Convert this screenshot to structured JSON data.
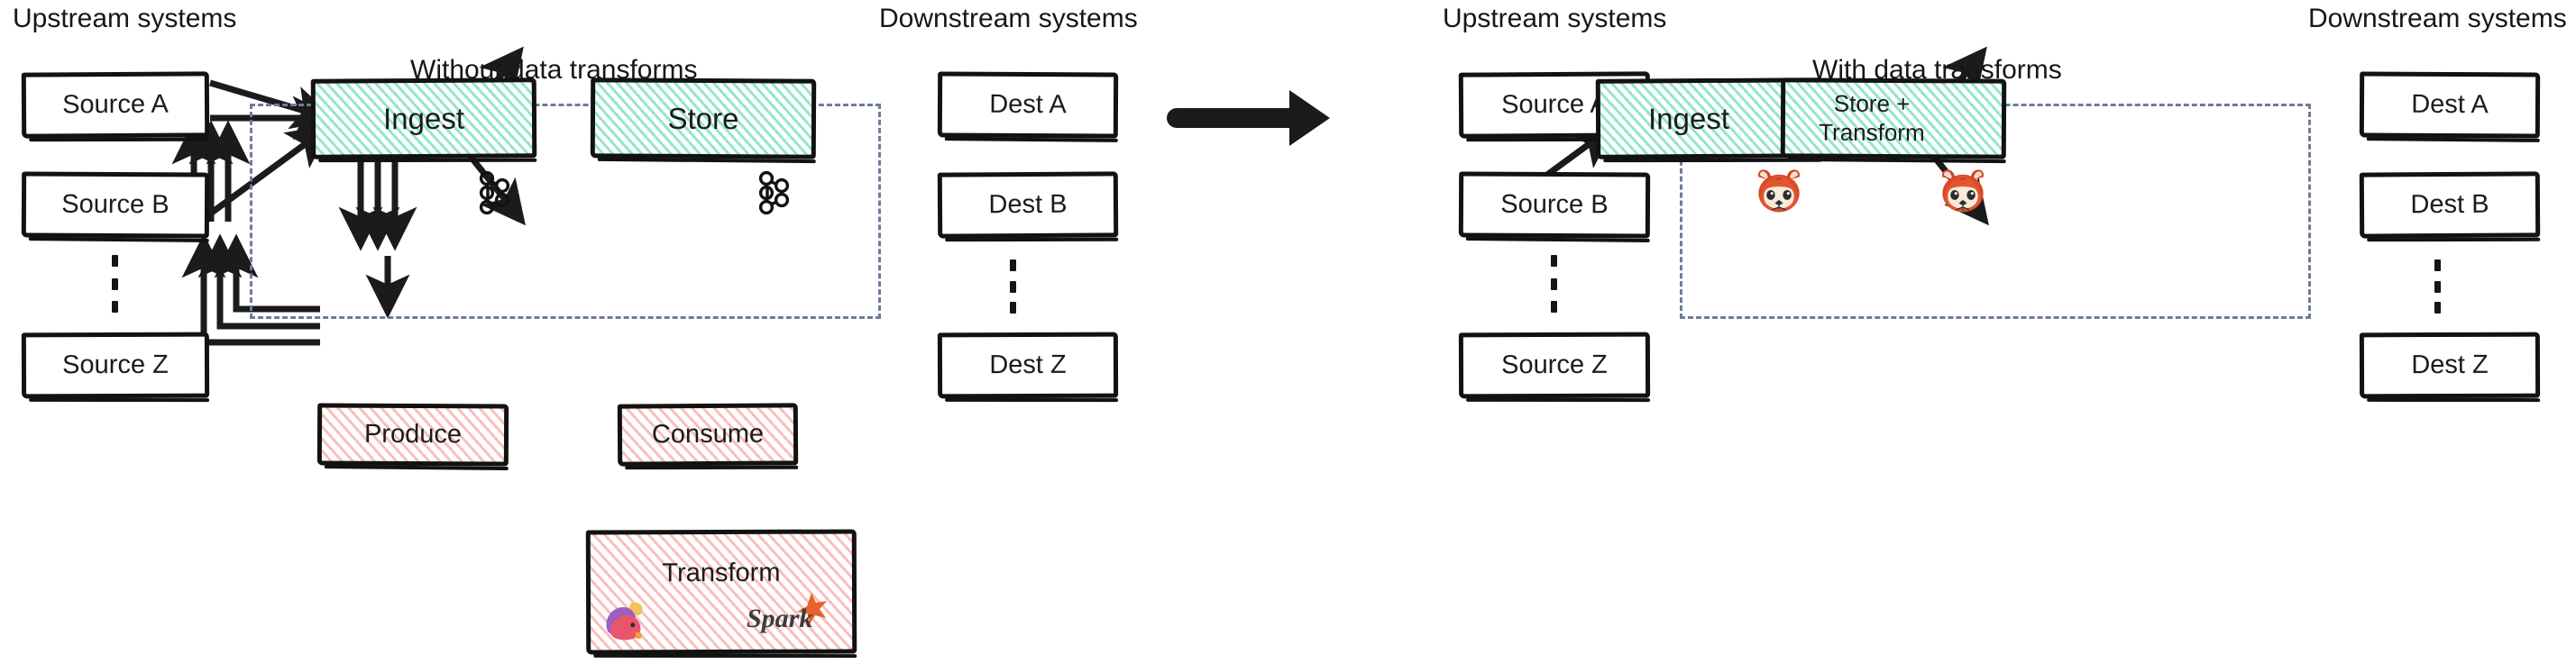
{
  "diagram": {
    "title_left": "Without data transforms",
    "title_right": "With data transforms",
    "colors": {
      "teal_hatch": "#3ad1a2",
      "pink_hatch": "#f47878",
      "dashed_border": "#6d7c99",
      "ink": "#1b1b1b",
      "redpanda_red": "#d14425",
      "spark_orange": "#e8622a"
    }
  },
  "left_panel": {
    "upstream_header": "Upstream systems",
    "downstream_header": "Downstream systems",
    "caption": "Without data transforms",
    "sources": [
      {
        "label": "Source A"
      },
      {
        "label": "Source B"
      },
      {
        "label": "Source Z"
      }
    ],
    "destinations": [
      {
        "label": "Dest A"
      },
      {
        "label": "Dest B"
      },
      {
        "label": "Dest Z"
      }
    ],
    "platform_boxes": [
      {
        "label": "Ingest",
        "icon": "kafka-icon",
        "fill": "teal"
      },
      {
        "label": "Store",
        "icon": "kafka-icon",
        "fill": "teal"
      }
    ],
    "external_boxes": [
      {
        "label": "Produce",
        "fill": "pink"
      },
      {
        "label": "Consume",
        "fill": "pink"
      },
      {
        "label": "Transform",
        "fill": "pink",
        "icons": [
          "flink-squirrel-icon",
          "spark-logo-icon"
        ]
      }
    ],
    "transform_logos": {
      "flink": "flink-squirrel-icon",
      "spark": "Spark"
    }
  },
  "right_panel": {
    "upstream_header": "Upstream systems",
    "downstream_header": "Downstream systems",
    "caption": "With data transforms",
    "sources": [
      {
        "label": "Source A"
      },
      {
        "label": "Source B"
      },
      {
        "label": "Source Z"
      }
    ],
    "destinations": [
      {
        "label": "Dest A"
      },
      {
        "label": "Dest B"
      },
      {
        "label": "Dest Z"
      }
    ],
    "platform_boxes": [
      {
        "label": "Ingest",
        "icon": "redpanda-icon",
        "fill": "teal"
      },
      {
        "label": "Store +\nTransform",
        "label_line1": "Store +",
        "label_line2": "Transform",
        "icon": "redpanda-icon",
        "fill": "teal"
      }
    ]
  },
  "center": {
    "arrow": "big-right-arrow"
  }
}
